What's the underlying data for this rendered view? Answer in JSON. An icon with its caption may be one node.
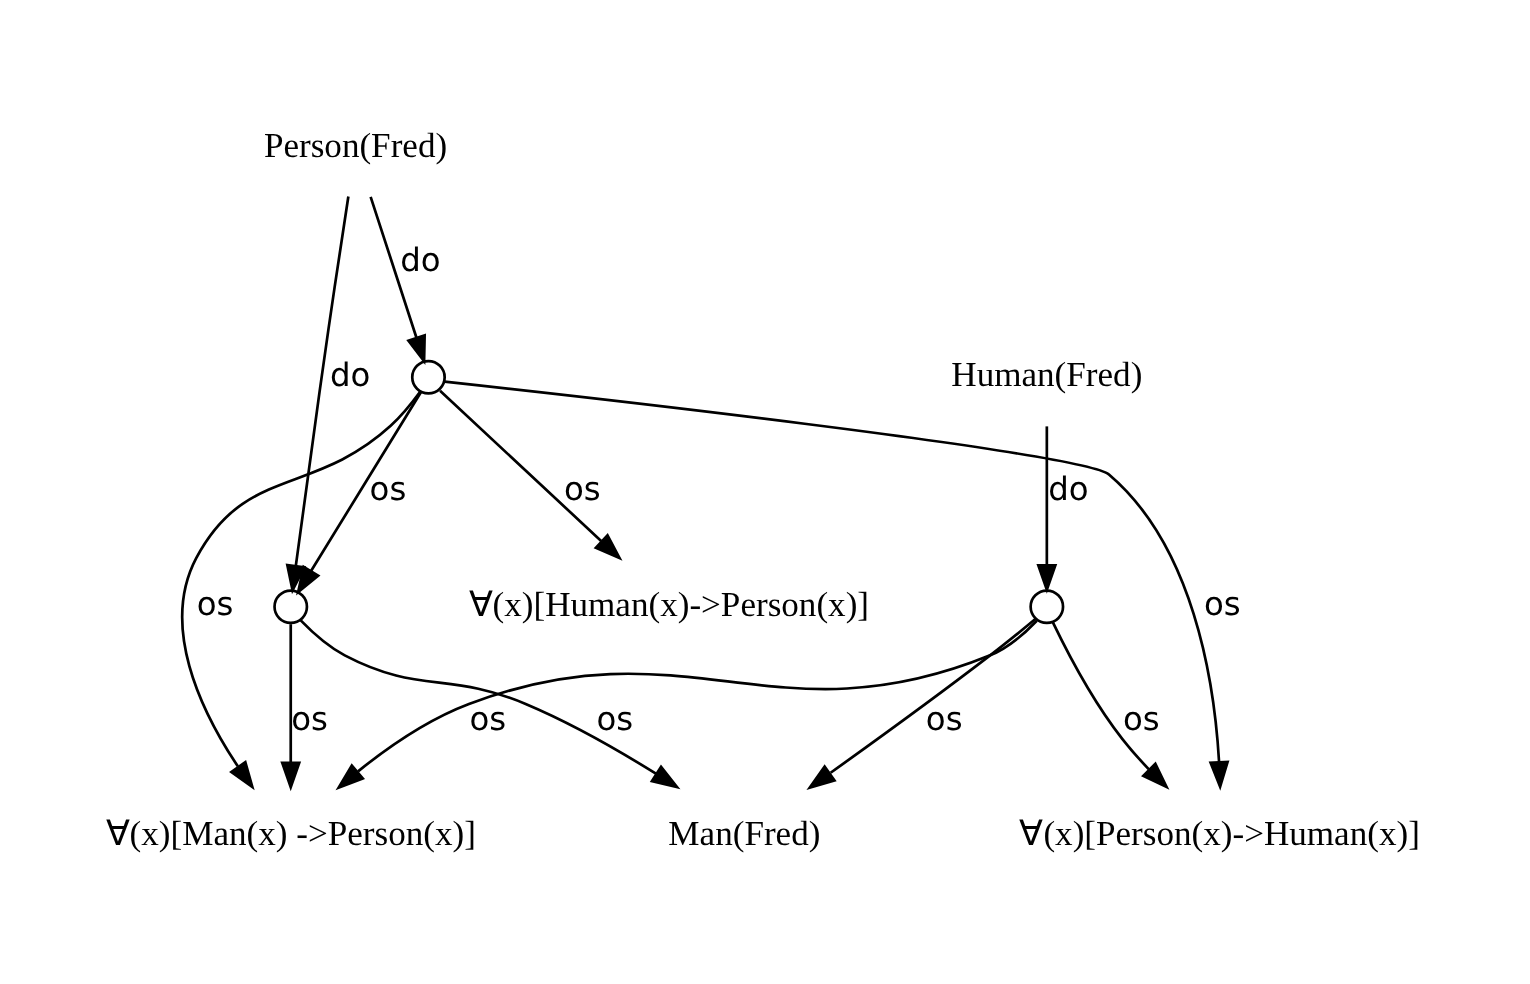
{
  "diagram": {
    "nodes": [
      {
        "text": [
          "∀(x)[Person(x)->Human(x)]"
        ]
      },
      {
        "text": [
          "Human(Fred)"
        ]
      },
      {
        "text": [],
        "shape": "circle"
      },
      {
        "text": [
          "∀(x)[Man(x) ->Person(x)]"
        ]
      },
      {
        "text": [
          "Man(Fred)"
        ]
      },
      {
        "text": [],
        "shape": "circle"
      },
      {
        "text": [
          "Person(Fred)"
        ]
      },
      {
        "text": [
          "∀(x)[Human(x)->Person(x)]"
        ]
      },
      {
        "text": [],
        "shape": "circle"
      }
    ],
    "edges": [
      {
        "from": 1,
        "to": 2,
        "arrow": "to",
        "label": "do"
      },
      {
        "from": 2,
        "to": 0,
        "arrow": "to",
        "label": "os"
      },
      {
        "from": 2,
        "to": 3,
        "arrow": "to",
        "label": "os"
      },
      {
        "from": 2,
        "to": 4,
        "arrow": "to",
        "label": "os"
      },
      {
        "from": 5,
        "to": 4,
        "arrow": "to",
        "label": "os"
      },
      {
        "from": 5,
        "to": 3,
        "arrow": "to",
        "label": "os"
      },
      {
        "from": 6,
        "to": 5,
        "arrow": "to",
        "label": "do"
      },
      {
        "from": 6,
        "to": 8,
        "arrow": "to",
        "label": "do"
      },
      {
        "from": 8,
        "to": 7,
        "arrow": "to",
        "label": "os"
      },
      {
        "from": 8,
        "to": 3,
        "arrow": "to",
        "label": "os"
      },
      {
        "from": 8,
        "to": 0,
        "arrow": "to",
        "label": "os"
      },
      {
        "from": 8,
        "to": 5,
        "arrow": "to",
        "label": "os"
      }
    ]
  }
}
